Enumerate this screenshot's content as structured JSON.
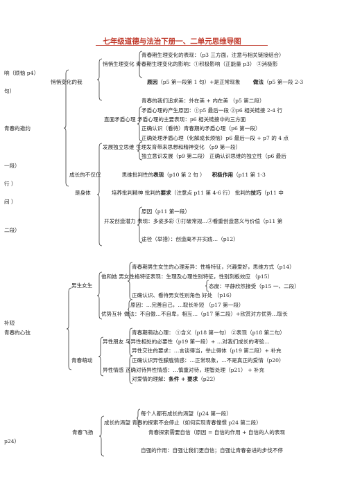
{
  "title": "七年级道德与法治下册一、二单元思维导图",
  "unit1": {
    "l1": "青春期生理变化的表现：（p3 三方面，注意与相关链接结合）",
    "l2": "悄悄生理变化  青春期生理变化的影响：①积极影响（正能量 p3） ②消极影",
    "l3": "响（烦恼 p4）",
    "l4a": "悄悄变化的我",
    "l4b": "原因",
    "l4c": "（p5 第一段第 1 句）+是正常现象",
    "l4d": "做法",
    "l4e": "（p5 第一段 2-3",
    "l5": "句）",
    "l6": "青春的我们追求美：外在美   +   内在美  （p5 第二段）",
    "l7": "矛盾心理的产生原因：①p5 最后一段   ②p6 相关链接 2-4 行",
    "l8": "直面矛盾心理  矛盾心理的主要表现：p6 相关链接中的三方面",
    "l9a": "青春的邀约",
    "l9b": "正确认识（看待）青春期的矛盾心理（p6 第一段）",
    "l10": "正确处理矛盾心理（化解成长烦恼）p6 最后一段  +   p7 的 4 点",
    "l11": "发展独立思维   生理发育带来思想和精神变化   （p9 第一段）",
    "l12": "独立意识发展（p9 第二段）   正确认识思维的独立性（p6 最后",
    "l13": "一段）",
    "l14a": "成长的不仅仅",
    "l14b": "思维批判性的",
    "l14c": "表现",
    "l14d": "（p10 第 2 句 ）",
    "l14e": "积极作用",
    "l14f": "（p11 第 1-3",
    "l15": "行 ）",
    "l16a": "是身体",
    "l16b": "培养批判精神   批判的",
    "l16c": "要求",
    "l16d": "（注意点 p11 第 4-6 行）    批判的",
    "l16e": "技巧",
    "l16f": "（p11 中",
    "l17": "间 ）",
    "l18": "原因（p11 第一段）",
    "l19": "开发创造潜力   表现：多姿多彩 ①打破常规…②看重创造意义与价值（p11 第",
    "l20": "二段）",
    "l21": "途径（举措）：创造离不开实践…（p12）"
  },
  "unit2": {
    "l1": "青春期男生女生的心理差异：性格特征，兴趣爱好，思维方式（p14）",
    "l2": "他和她   男女性格特征表现：生理及心理性别特征，性别刻板效应   （p15）",
    "l3": "态度：平静欣然接受（p15 一、二段）",
    "l4a": "男生女生",
    "l4b": "正确认识、看待男女性别角色     好处  （p16）",
    "l5": "原因：…完善自己，…取长补短   （p17   第一段）",
    "l6": "优势互补   做法：不自傲…不自卑，相互…（p17 第二段）+欣赏对方优势…取长",
    "l7": "补短",
    "l8a": "青春的心弦",
    "l8b": "青春期萌动心理：  ①含义（p18 第一句）   ②表现（p18 第二句）",
    "l9": "异性朋友   与异性相处的必要性（p19 第一段）+ …对我们成长的考验…",
    "l10": "异性交往的要求：…言谈得当，举止得体（p19 第二段）+ 补充",
    "l11a": "青春萌动",
    "l11b": "正确认识异性朦胧情感：…正常现象，…不是真正的爱情（p20）",
    "l12": "异性情感   正确对待异性情感：…慎重对待，理智处理（p21）   + 补充",
    "l13a": "对爱情的理解：",
    "l13b": "条件   +   要求",
    "l13c": "（p22）"
  },
  "unit3": {
    "l1": "每个人都有成长的渴望（p24 第一段）",
    "l2": "成长的渴望   青春的探索不会停止（如何实现青春憧憬   p24 第二段）",
    "l3": "青春飞扬",
    "l4": "青春探索需要自信（原因 = 自信的作用 + 自信的人的表现",
    "l5": "p24）",
    "l6": "自强的作用：自强让我们更自信；自强让青春奋进的步伐不停"
  }
}
